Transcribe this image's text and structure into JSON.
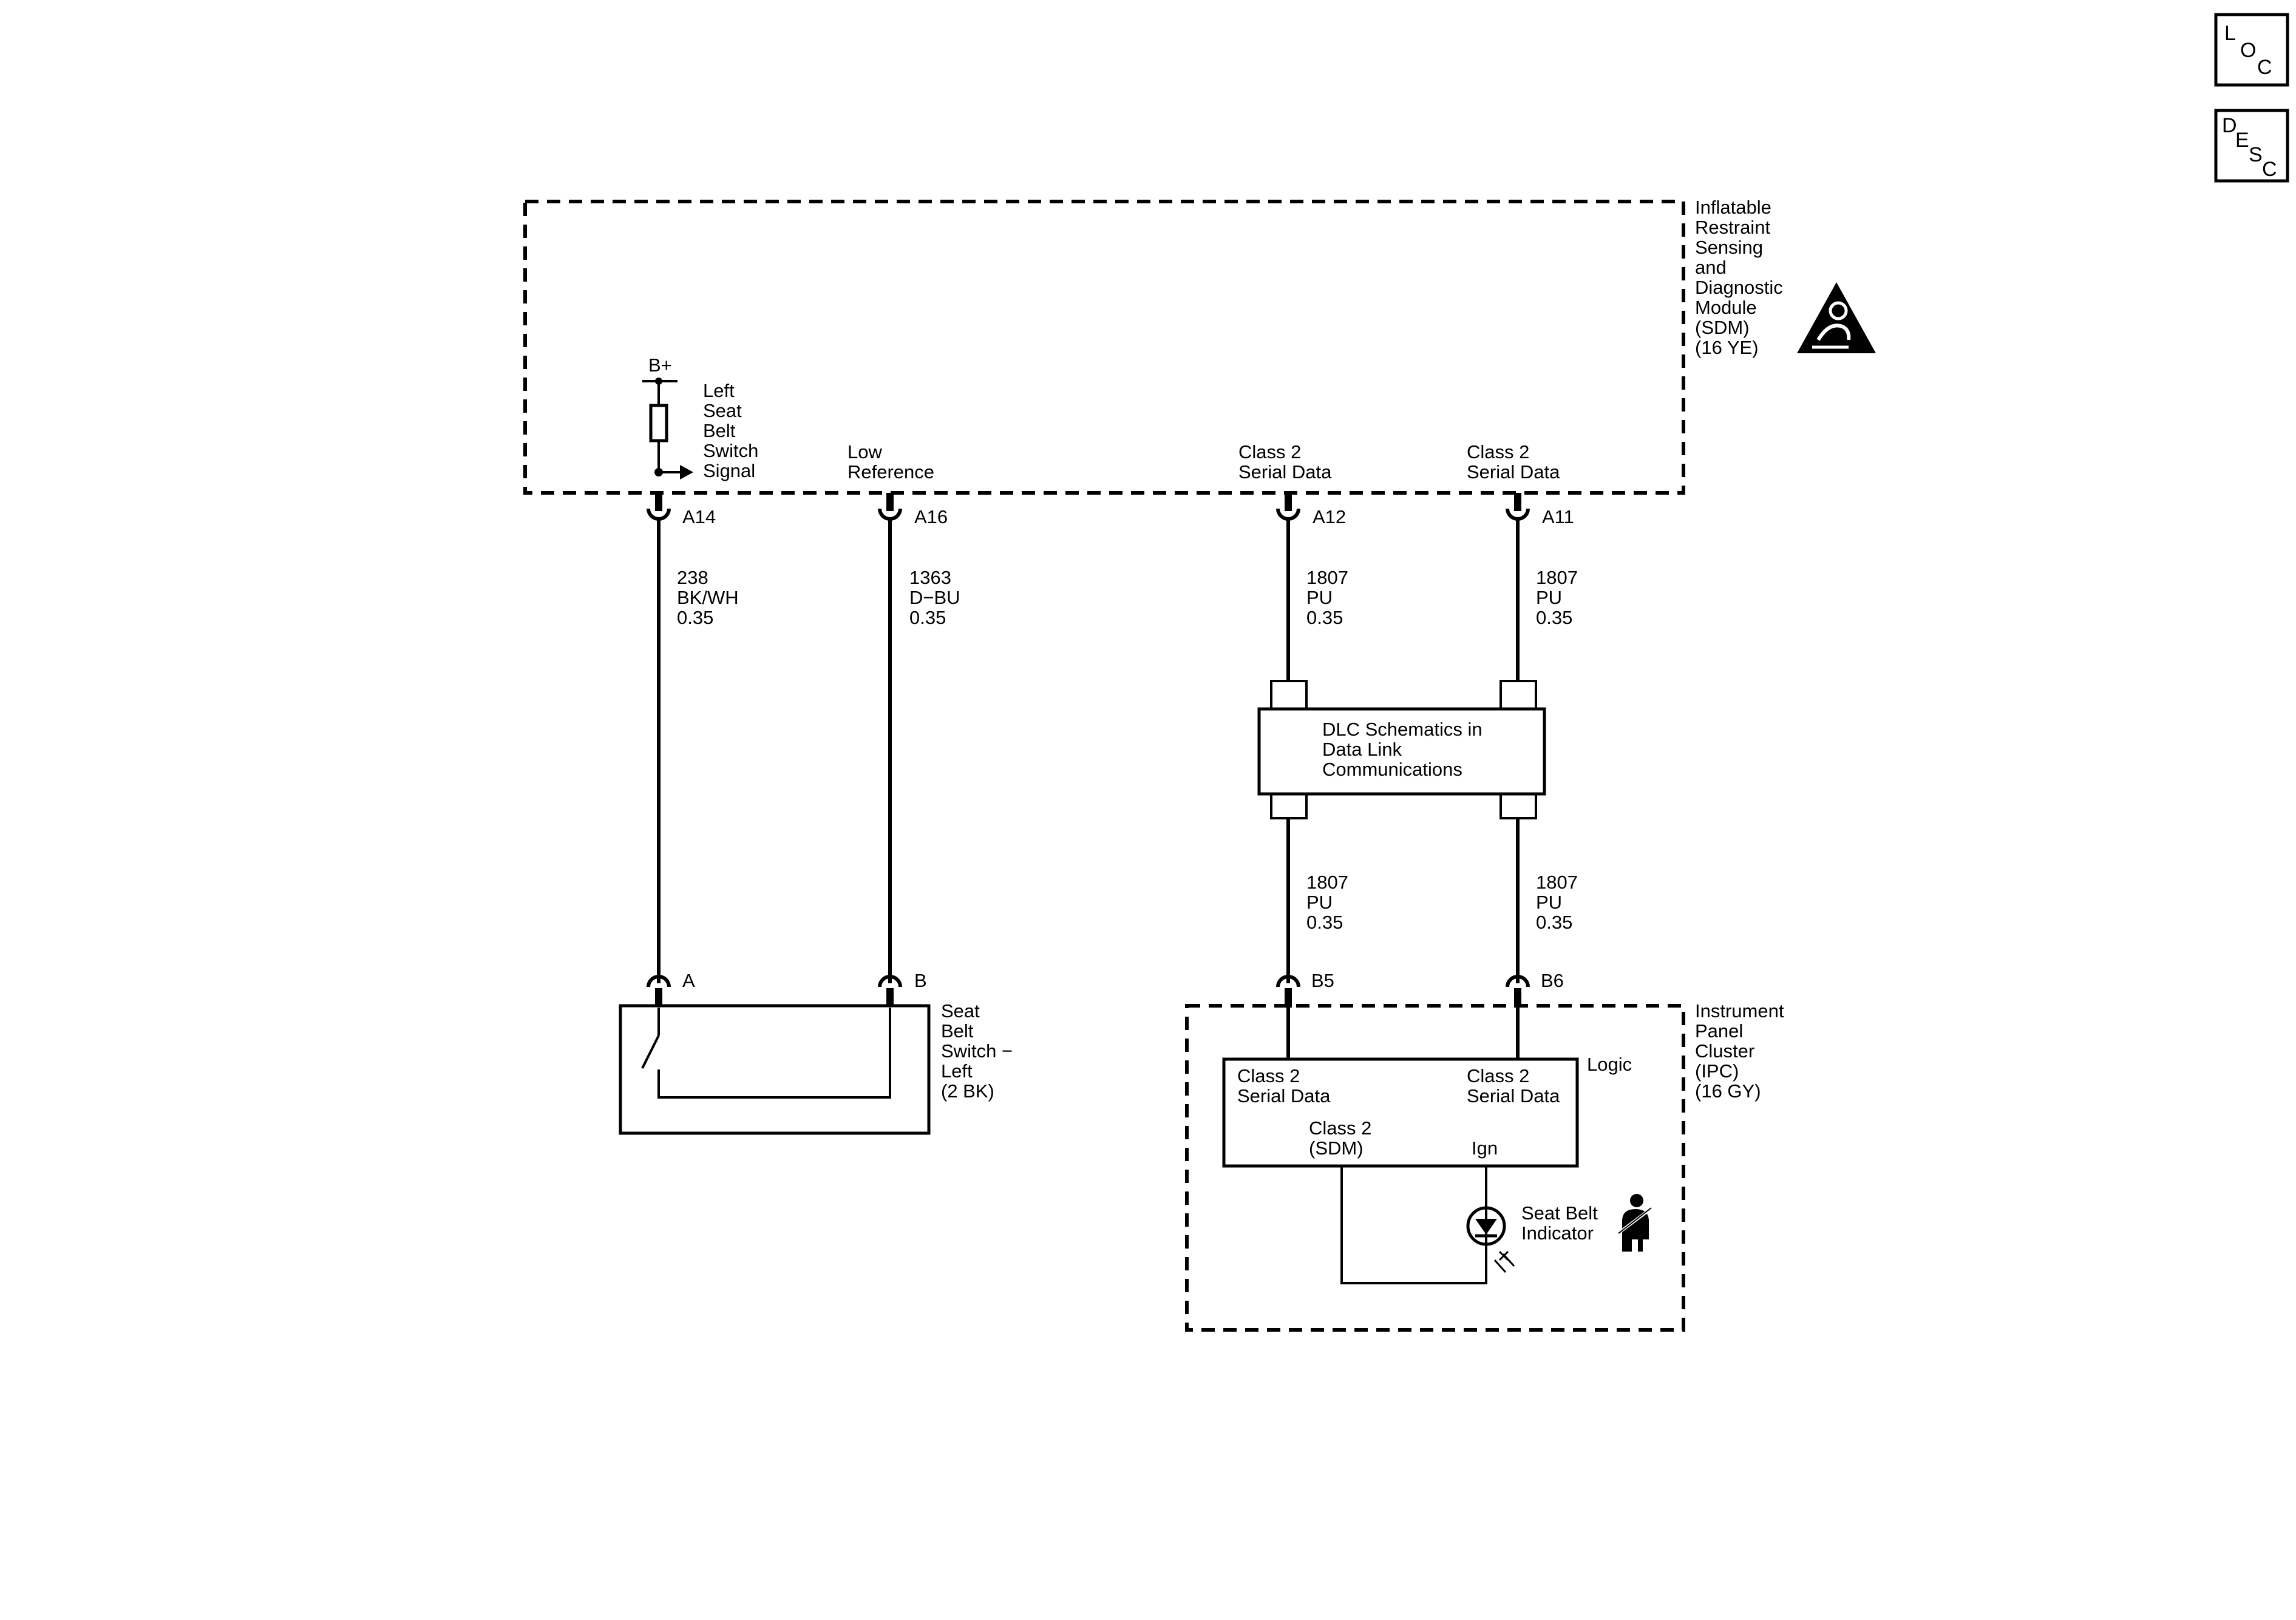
{
  "badges": {
    "loc": [
      "L",
      "O",
      "C"
    ],
    "desc": [
      "D",
      "E",
      "S",
      "C"
    ]
  },
  "sdm": {
    "name": [
      "Inflatable",
      "Restraint",
      "Sensing",
      "and",
      "Diagnostic",
      "Module",
      "(SDM)",
      "(16 YE)"
    ],
    "bplus": "B+",
    "signal_label": [
      "Left",
      "Seat",
      "Belt",
      "Switch",
      "Signal"
    ],
    "low_ref_label": [
      "Low",
      "Reference"
    ],
    "class2_a12": [
      "Class 2",
      "Serial Data"
    ],
    "class2_a11": [
      "Class 2",
      "Serial Data"
    ]
  },
  "pins": {
    "a14": "A14",
    "a16": "A16",
    "a12": "A12",
    "a11": "A11",
    "a": "A",
    "b": "B",
    "b5": "B5",
    "b6": "B6"
  },
  "wires": {
    "w238": [
      "238",
      "BK/WH",
      "0.35"
    ],
    "w1363": [
      "1363",
      "D−BU",
      "0.35"
    ],
    "w1807_a12": [
      "1807",
      "PU",
      "0.35"
    ],
    "w1807_a11": [
      "1807",
      "PU",
      "0.35"
    ],
    "w1807_b5": [
      "1807",
      "PU",
      "0.35"
    ],
    "w1807_b6": [
      "1807",
      "PU",
      "0.35"
    ]
  },
  "dlc": [
    "DLC Schematics in",
    "Data Link",
    "Communications"
  ],
  "seat_belt_switch": [
    "Seat",
    "Belt",
    "Switch −",
    "Left",
    "(2 BK)"
  ],
  "ipc": {
    "name": [
      "Instrument",
      "Panel",
      "Cluster",
      "(IPC)",
      "(16 GY)"
    ],
    "logic": "Logic",
    "class2_b5": [
      "Class 2",
      "Serial Data"
    ],
    "class2_b6": [
      "Class 2",
      "Serial Data"
    ],
    "class2_sdm": [
      "Class 2",
      "(SDM)"
    ],
    "ign": "Ign",
    "indicator": [
      "Seat Belt",
      "Indicator"
    ]
  },
  "icons": {
    "airbag": "airbag-warning-triangle-icon",
    "seatbelt": "seatbelt-person-icon",
    "lamp": "led-lamp-icon"
  }
}
